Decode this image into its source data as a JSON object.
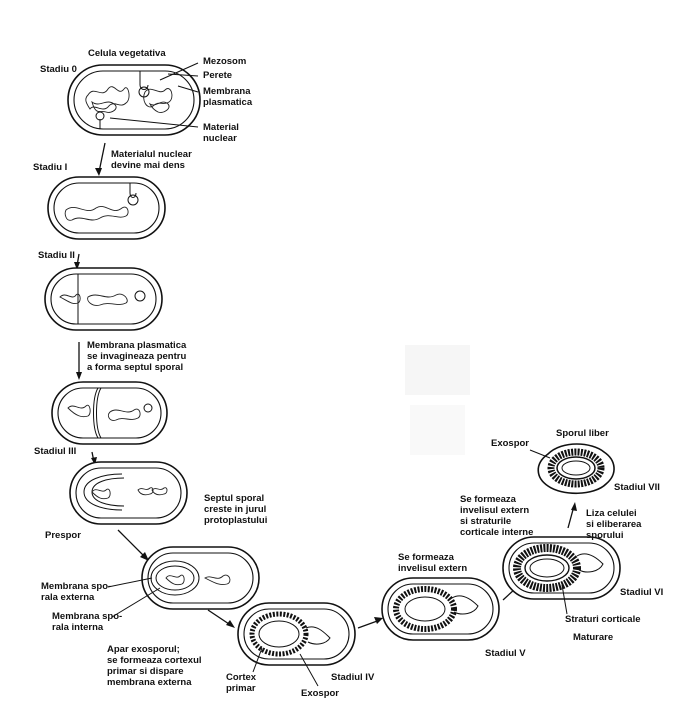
{
  "labels": {
    "stage0": "Stadiu 0",
    "vegetative": "Celula vegetativa",
    "mesosome": "Mezosom",
    "wall": "Perete",
    "plasma_membrane": "Membrana\nplasmatica",
    "nuclear_material": "Material\nnuclear",
    "step0_1": "Materialul nuclear\ndevine mai dens",
    "stage1": "Stadiu I",
    "stage2": "Stadiu II",
    "step2": "Membrana plasmatica\nse invagineaza pentru\na forma septul sporal",
    "stage3": "Stadiul III",
    "septum": "Septul sporal\ncreste in jurul\nprotoplastului",
    "prespore": "Prespor",
    "outer_membrane": "Membrana spo-\nrala externa",
    "inner_membrane": "Membrana spo-\nrala interna",
    "step4": "Apar exosporul;\nse formeaza cortexul\nprimar si dispare\nmembrana externa",
    "primary_cortex": "Cortex\nprimar",
    "exospore_iv": "Exospor",
    "stage4": "Stadiul IV",
    "step5": "Se formeaza\ninvelisul extern",
    "stage5": "Stadiul V",
    "step6": "Se formeaza\ninvelisul extern\nsi straturile\ncorticale interne",
    "stage6": "Stadiul VI",
    "cortical_layers": "Straturi corticale",
    "maturation": "Maturare",
    "lysis": "Liza celulei\nsi eliberarea sporului",
    "exospore_vii": "Exospor",
    "free_spore": "Sporul liber",
    "stage7": "Stadiul VII"
  }
}
